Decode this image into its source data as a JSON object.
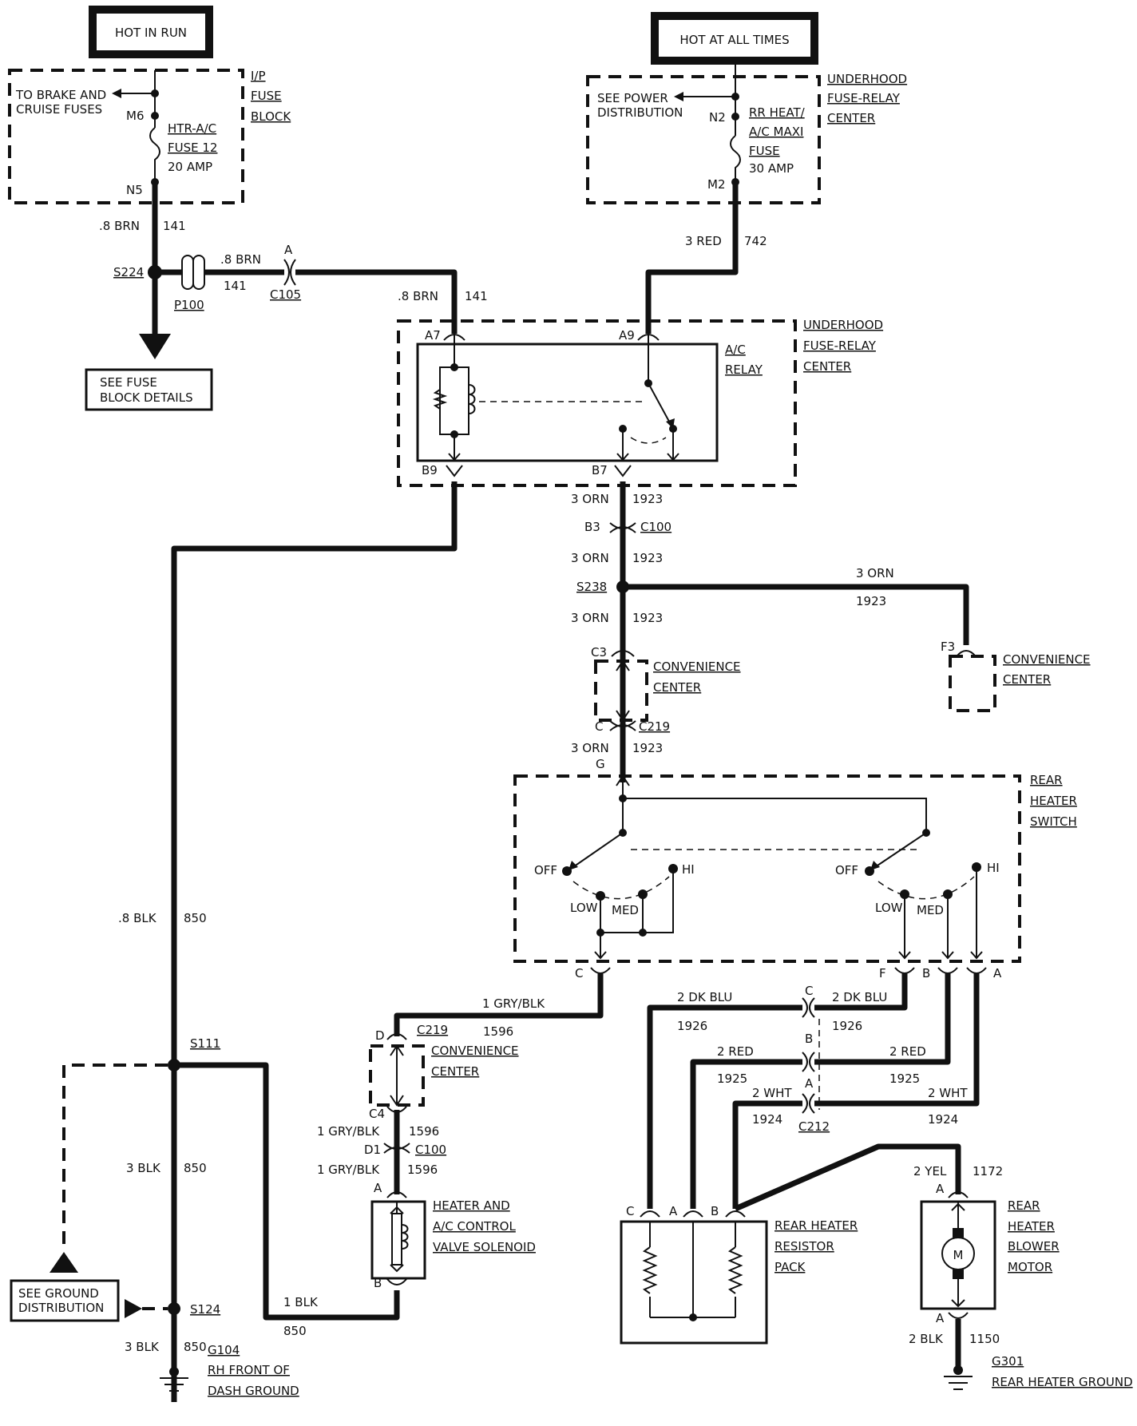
{
  "header_boxes": {
    "hot_in_run": "HOT IN RUN",
    "hot_at_all_times": "HOT AT ALL TIMES"
  },
  "ip_fuse_block": {
    "title": [
      "I/P",
      "FUSE",
      "BLOCK"
    ],
    "branch": [
      "TO BRAKE AND",
      "CRUISE FUSES"
    ],
    "pin_top": "M6",
    "pin_bottom": "N5",
    "fuse": [
      "HTR-A/C",
      "FUSE 12",
      "20 AMP"
    ]
  },
  "underhood_top": {
    "title": [
      "UNDERHOOD",
      "FUSE-RELAY",
      "CENTER"
    ],
    "branch": [
      "SEE POWER",
      "DISTRIBUTION"
    ],
    "pin_top": "N2",
    "pin_bottom": "M2",
    "fuse": [
      "RR HEAT/",
      "A/C MAXI",
      "FUSE",
      "30 AMP"
    ]
  },
  "wires": {
    "brn_gauge": ".8 BRN",
    "brn_circuit": "141",
    "red_gauge": "3 RED",
    "red_circuit": "742",
    "orn_gauge": "3 ORN",
    "orn_circuit": "1923",
    "blk8_gauge": ".8 BLK",
    "blk_circuit": "850",
    "blk3_gauge": "3 BLK",
    "blk1_gauge": "1 BLK",
    "grybl_gauge": "1 GRY/BLK",
    "grybl_circuit": "1596",
    "dkblu_gauge": "2 DK BLU",
    "dkblu_circuit": "1926",
    "red2_gauge": "2 RED",
    "red2_circuit": "1925",
    "wht_gauge": "2 WHT",
    "wht_circuit": "1924",
    "yel_gauge": "2 YEL",
    "yel_circuit": "1172",
    "blk2_gauge": "2 BLK",
    "blk2_circuit": "1150"
  },
  "splices": {
    "s224": "S224",
    "s238": "S238",
    "s111": "S111",
    "s124": "S124"
  },
  "connectors": {
    "p100": "P100",
    "c105": "C105",
    "c105_pin": "A",
    "c100": "C100",
    "c219": "C219",
    "c212": "C212",
    "a7": "A7",
    "a9": "A9",
    "b9": "B9",
    "b7": "B7",
    "b3": "B3",
    "c3": "C3",
    "c4": "C4",
    "d1": "D1",
    "f3": "F3",
    "pin_a": "A",
    "pin_b": "B",
    "pin_c": "C",
    "pin_d": "D",
    "pin_f": "F",
    "pin_g": "G"
  },
  "see_fuse_block": [
    "SEE FUSE",
    "BLOCK DETAILS"
  ],
  "see_ground": [
    "SEE GROUND",
    "DISTRIBUTION"
  ],
  "underhood_relay": {
    "title": [
      "UNDERHOOD",
      "FUSE-RELAY",
      "CENTER"
    ],
    "relay": [
      "A/C",
      "RELAY"
    ]
  },
  "convenience_center": [
    "CONVENIENCE",
    "CENTER"
  ],
  "rear_heater_switch": {
    "title": [
      "REAR",
      "HEATER",
      "SWITCH"
    ],
    "off": "OFF",
    "hi": "HI",
    "low": "LOW",
    "med": "MED"
  },
  "solenoid": [
    "HEATER AND",
    "A/C CONTROL",
    "VALVE SOLENOID"
  ],
  "resistor_pack": [
    "REAR HEATER",
    "RESISTOR",
    "PACK"
  ],
  "blower_motor": {
    "title": [
      "REAR",
      "HEATER",
      "BLOWER",
      "MOTOR"
    ],
    "symbol": "M"
  },
  "grounds": {
    "g104": "G104",
    "g104_desc": [
      "RH FRONT OF",
      "DASH GROUND"
    ],
    "g301": "G301",
    "g301_desc": "REAR HEATER GROUND"
  }
}
